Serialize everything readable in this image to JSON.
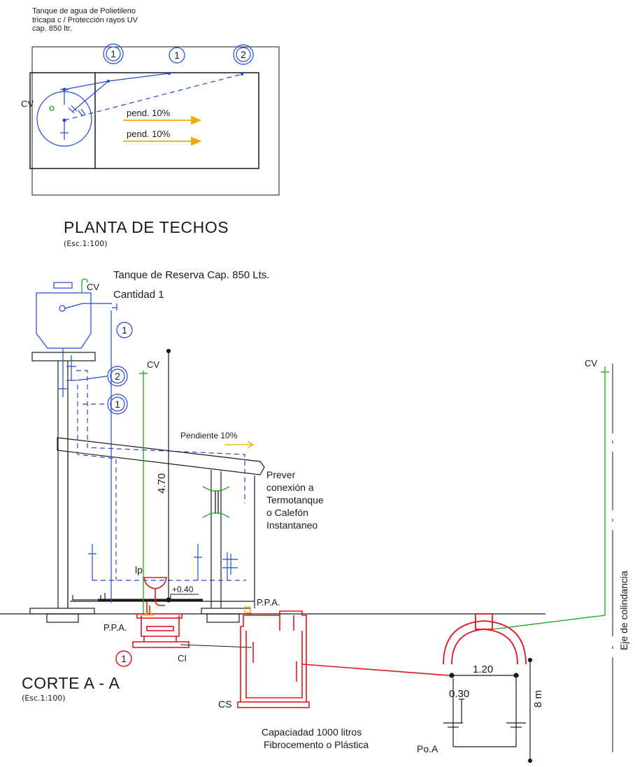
{
  "roof_plan": {
    "tank_note_lines": [
      "Tanque de agua de Polietileno",
      "tricapa c / Protección rayos UV",
      "cap. 850 ltr."
    ],
    "cv_label": "CV",
    "markers": [
      "1",
      "1",
      "2"
    ],
    "slope_1": "pend. 10%",
    "slope_2": "pend. 10%",
    "title": "PLANTA DE TECHOS",
    "scale": "(Esc.1:100)"
  },
  "section": {
    "tank_title": "Tanque de Reserva Cap. 850 Lts.",
    "tank_qty": "Cantidad 1",
    "cv_tank": "CV",
    "cv_mid": "CV",
    "cv_right": "CV",
    "marker_1a": "1",
    "marker_2": "2",
    "marker_1b": "1",
    "marker_1c": "1",
    "slope": "Pendiente 10%",
    "height_dim": "4.70",
    "heater_note_lines": [
      "Prever",
      "conexión a",
      "Termotanque",
      "o Calefón",
      "Instantaneo"
    ],
    "lp": "lp",
    "level": "+0.40",
    "ppa_left": "P.P.A.",
    "ppa_right": "P.P.A.",
    "ci": "CI",
    "cs": "CS",
    "title": "CORTE A - A",
    "scale": "(Esc.1:100)",
    "septic_note_lines": [
      "Capaciadad 1000 litros",
      "Fibrocemento o Plástica"
    ],
    "dim_width": "1.20",
    "dim_inner": "0.30",
    "dim_depth": "8 m",
    "poa": "Po.A",
    "boundary": "Eje de colindancia"
  },
  "colors": {
    "line": "#1a1a1a",
    "water": "#1f49d6",
    "vent": "#18a818",
    "drain": "#e4141e",
    "slope_arrow": "#f2a900"
  }
}
